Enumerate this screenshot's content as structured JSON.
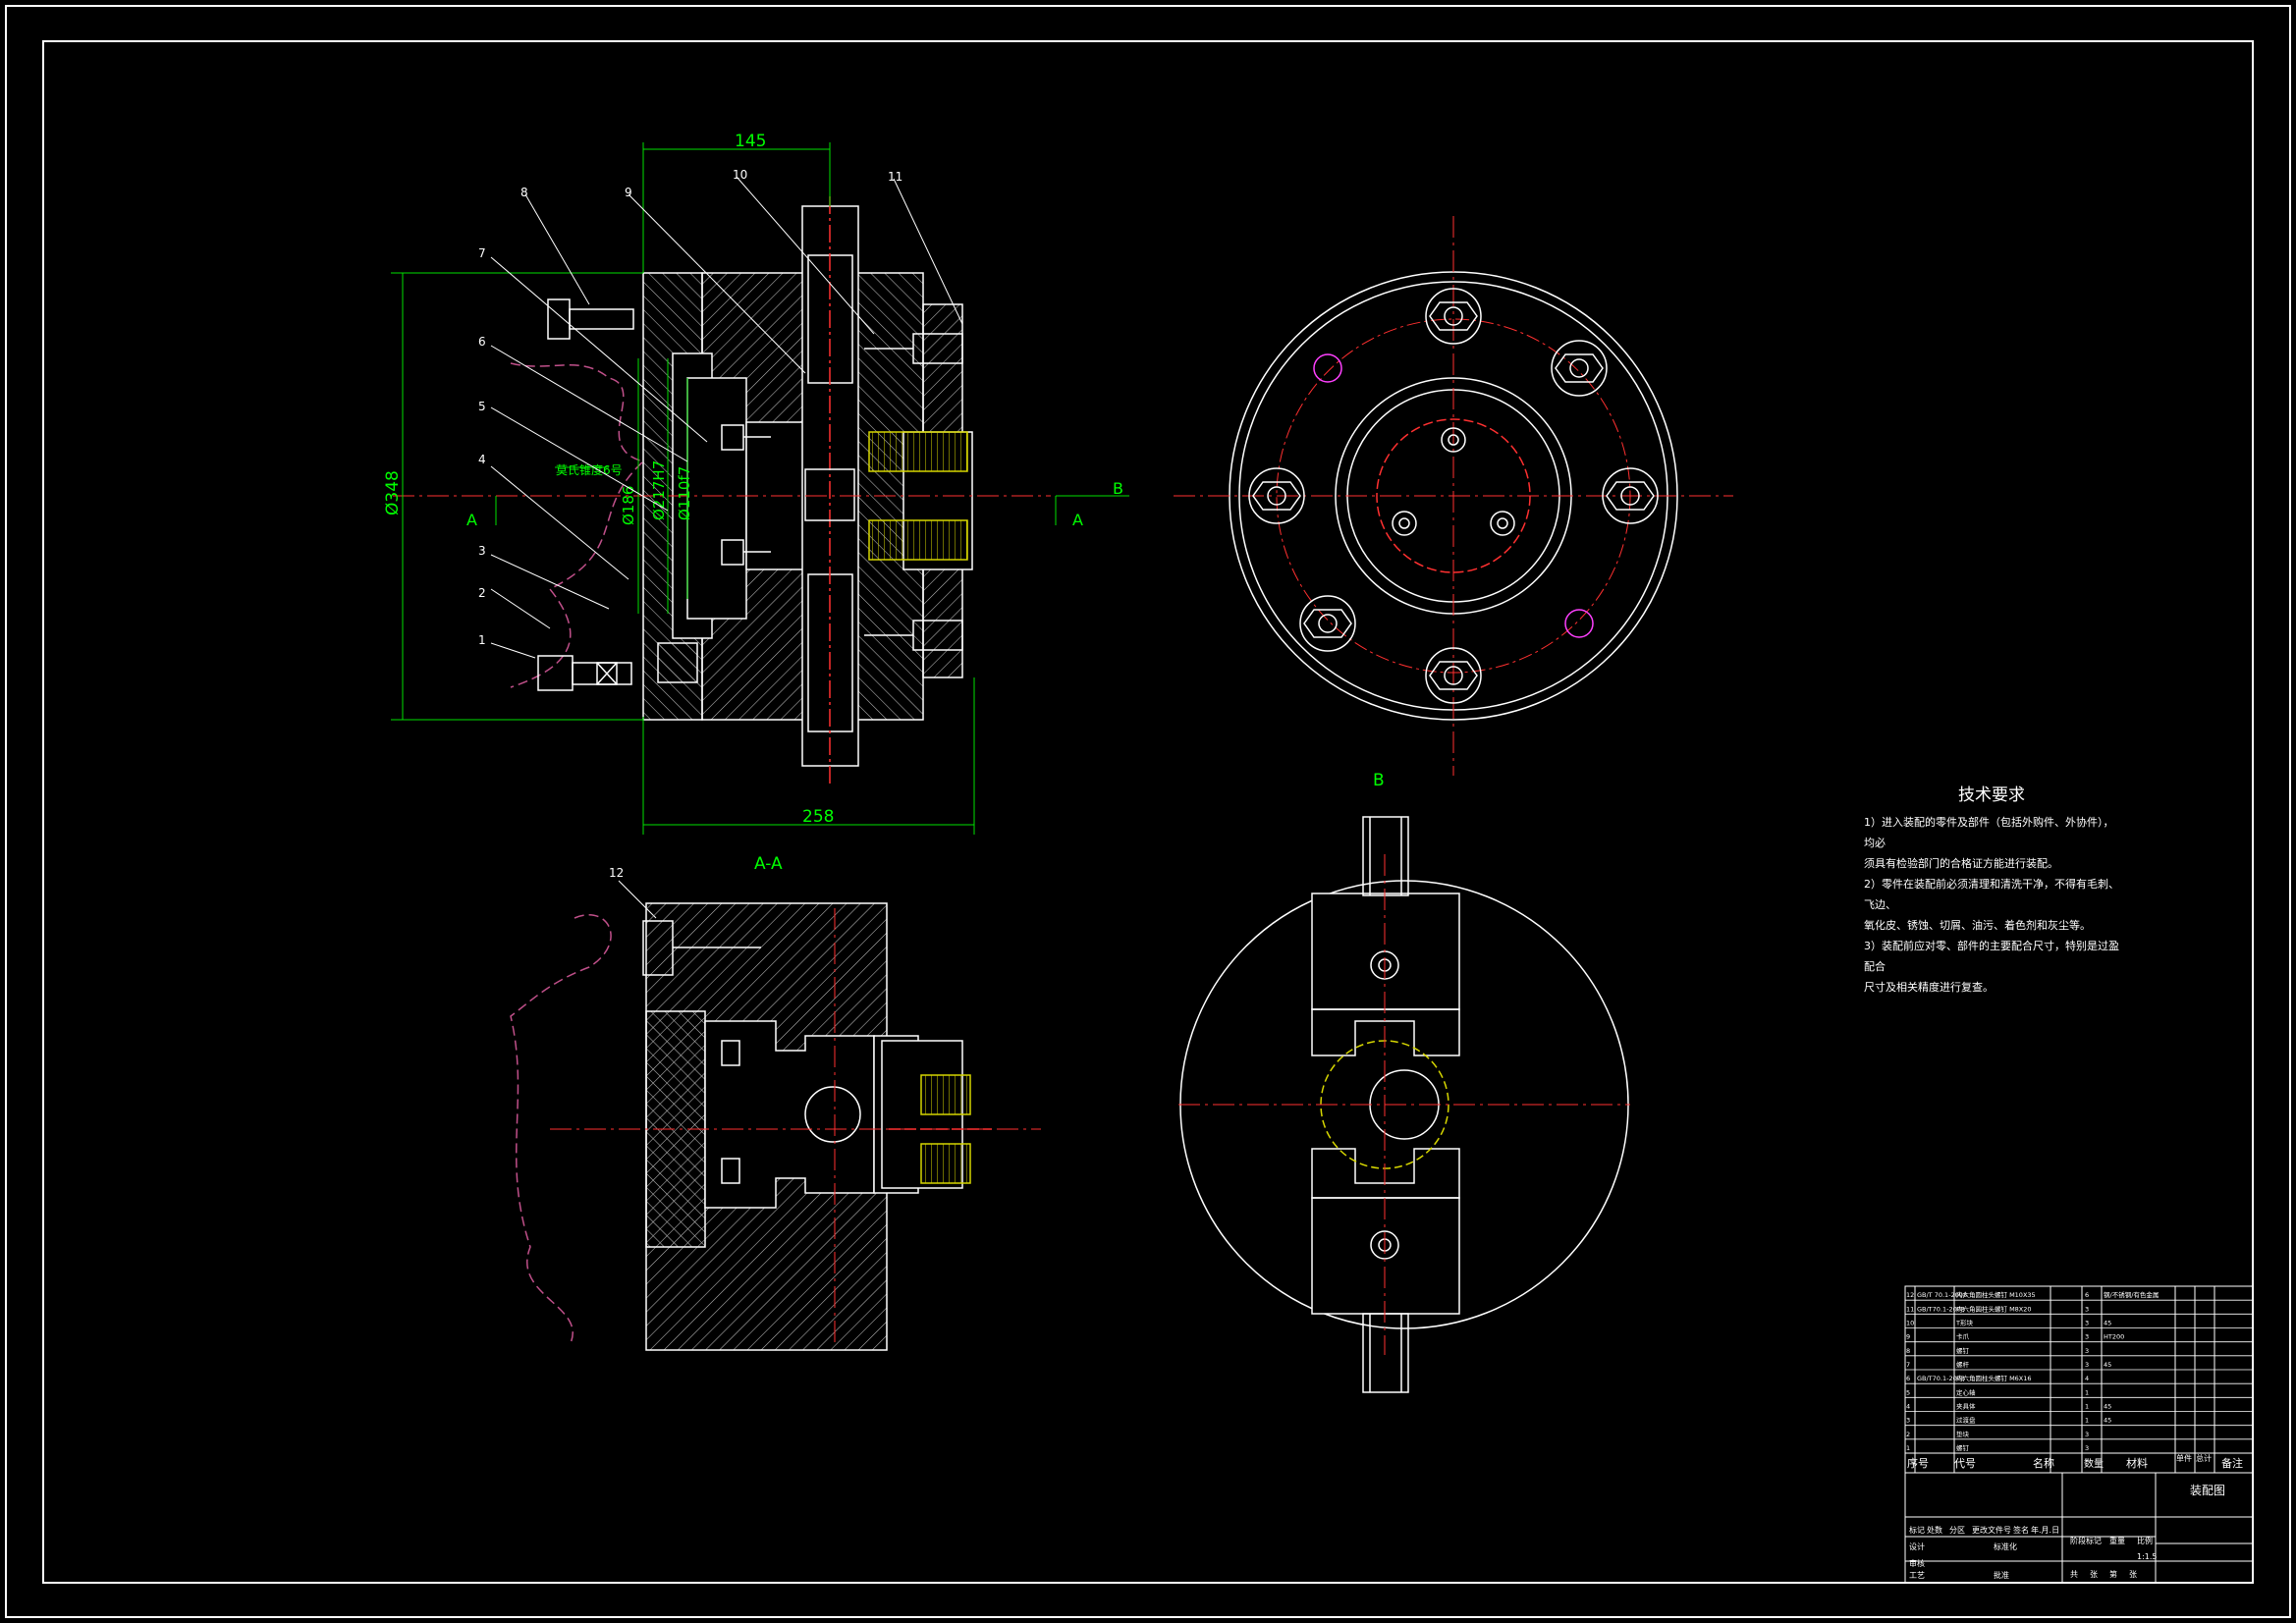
{
  "views": {
    "main": {
      "dim_top": "145",
      "dim_bottom": "258",
      "dim_height": "Ø348",
      "dim_inner_1": "Ø186",
      "dim_inner_2": "Ø217H7",
      "dim_inner_3": "Ø110f7",
      "note_green": "莫氏锥度6号",
      "section_mark_left": "A",
      "section_mark_right": "A",
      "view_mark_right": "B",
      "balloons": [
        "1",
        "2",
        "3",
        "4",
        "5",
        "6",
        "7",
        "8",
        "9",
        "10",
        "11"
      ]
    },
    "section": {
      "label": "A-A",
      "balloon": "12"
    },
    "view_b": {
      "label": "B"
    }
  },
  "tech_requirements": {
    "title": "技术要求",
    "lines": [
      "1）进入装配的零件及部件（包括外购件、外协件），均必",
      "须具有检验部门的合格证方能进行装配。",
      "2）零件在装配前必须清理和清洗干净，不得有毛刺、飞边、",
      "氧化皮、锈蚀、切屑、油污、着色剂和灰尘等。",
      "3）装配前应对零、部件的主要配合尺寸，特别是过盈配合",
      "尺寸及相关精度进行复查。"
    ]
  },
  "bom": {
    "headers": [
      "序号",
      "代号",
      "名称",
      "数量",
      "材料",
      "单件",
      "总计",
      "备注"
    ],
    "rows": [
      [
        "12",
        "GB/T 70.1-2008",
        "内六角圆柱头螺钉 M10X35",
        "6",
        "钢/不锈钢/有色金属"
      ],
      [
        "11",
        "GB/T70.1-2008",
        "内六角圆柱头螺钉 M8X20",
        "3",
        ""
      ],
      [
        "10",
        "",
        "T形块",
        "3",
        "45"
      ],
      [
        "9",
        "",
        "卡爪",
        "3",
        "HT200"
      ],
      [
        "8",
        "",
        "螺钉",
        "3",
        ""
      ],
      [
        "7",
        "",
        "螺杆",
        "3",
        "45"
      ],
      [
        "6",
        "GB/T70.1-2008",
        "内六角圆柱头螺钉 M6X16",
        "4",
        ""
      ],
      [
        "5",
        "",
        "定心轴",
        "1",
        ""
      ],
      [
        "4",
        "",
        "夹具体",
        "1",
        "45"
      ],
      [
        "3",
        "",
        "过渡盘",
        "1",
        "45"
      ],
      [
        "2",
        "",
        "垫块",
        "3",
        ""
      ],
      [
        "1",
        "",
        "螺钉",
        "3",
        ""
      ]
    ]
  },
  "title_block": {
    "drawing_name": "装配图",
    "row_labels": [
      "标记",
      "处数",
      "分区",
      "更改文件号",
      "签名",
      "年.月.日"
    ],
    "labels": [
      "设计",
      "标准化",
      "阶段标记",
      "重量",
      "比例",
      "审核",
      "工艺",
      "批准",
      "共",
      "张",
      "第",
      "张"
    ],
    "scale": "1:1.5"
  },
  "colors": {
    "bg": "#000000",
    "line": "#ffffff",
    "dim": "#00ff00",
    "center": "#ff0000",
    "hidden": "#ff00ff",
    "hatch": "#c8c8c8",
    "thread": "#ffff00"
  }
}
